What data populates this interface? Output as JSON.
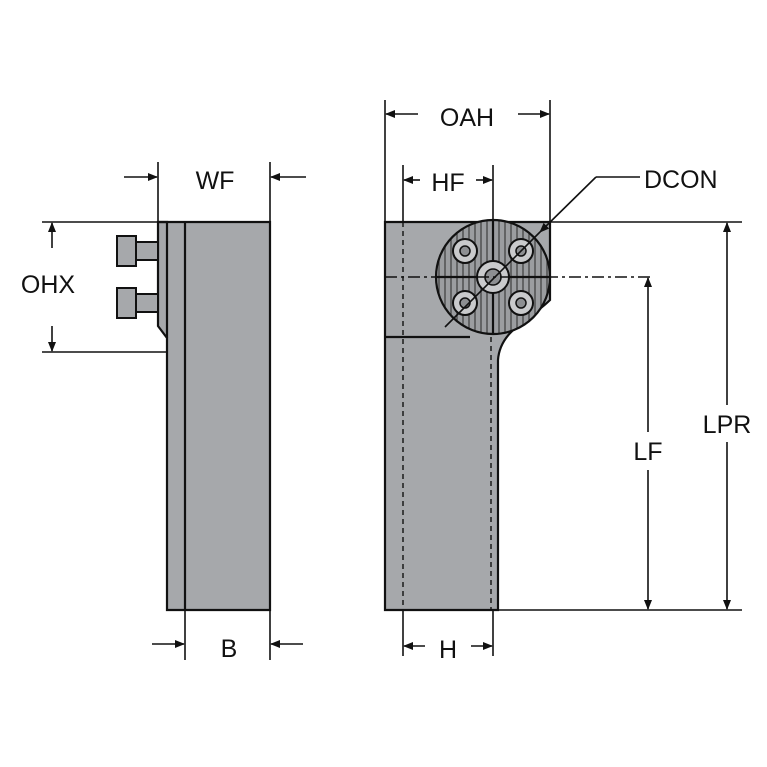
{
  "diagram": {
    "labels": {
      "wf": "WF",
      "ohx": "OHX",
      "b": "B",
      "oah": "OAH",
      "hf": "HF",
      "dcon": "DCON",
      "lf": "LF",
      "lpr": "LPR",
      "h": "H"
    },
    "colors": {
      "body": "#a6a8ab",
      "line": "#111111"
    }
  }
}
